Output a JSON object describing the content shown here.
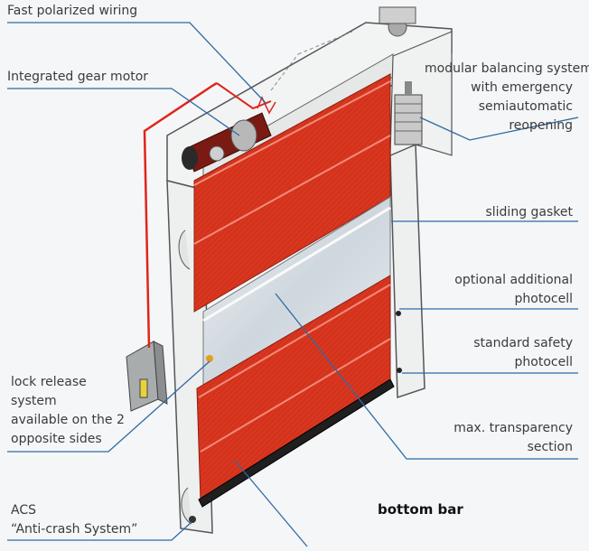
{
  "labels": {
    "fast_wiring": "Fast polarized wiring",
    "gear_motor": "Integrated gear motor",
    "modular_balancing": [
      "modular balancing system",
      "with emergency",
      "semiautomatic",
      "reopening"
    ],
    "sliding_gasket": "sliding gasket",
    "optional_photocell": [
      "optional additional",
      "photocell"
    ],
    "standard_photocell": [
      "standard safety",
      "photocell"
    ],
    "max_transparency": [
      "max. transparency",
      "section"
    ],
    "lock_release": [
      "lock release",
      "system",
      "available on the 2",
      "opposite sides"
    ],
    "acs": [
      "ACS",
      "“Anti-crash System”"
    ],
    "bottom_bar": "bottom bar"
  },
  "colors": {
    "curtain_red": "#d9361f",
    "leader_line": "#2f6aa3",
    "wiring": "#e0241b",
    "frame": "#eef0f0",
    "window": "#d6dde3"
  }
}
